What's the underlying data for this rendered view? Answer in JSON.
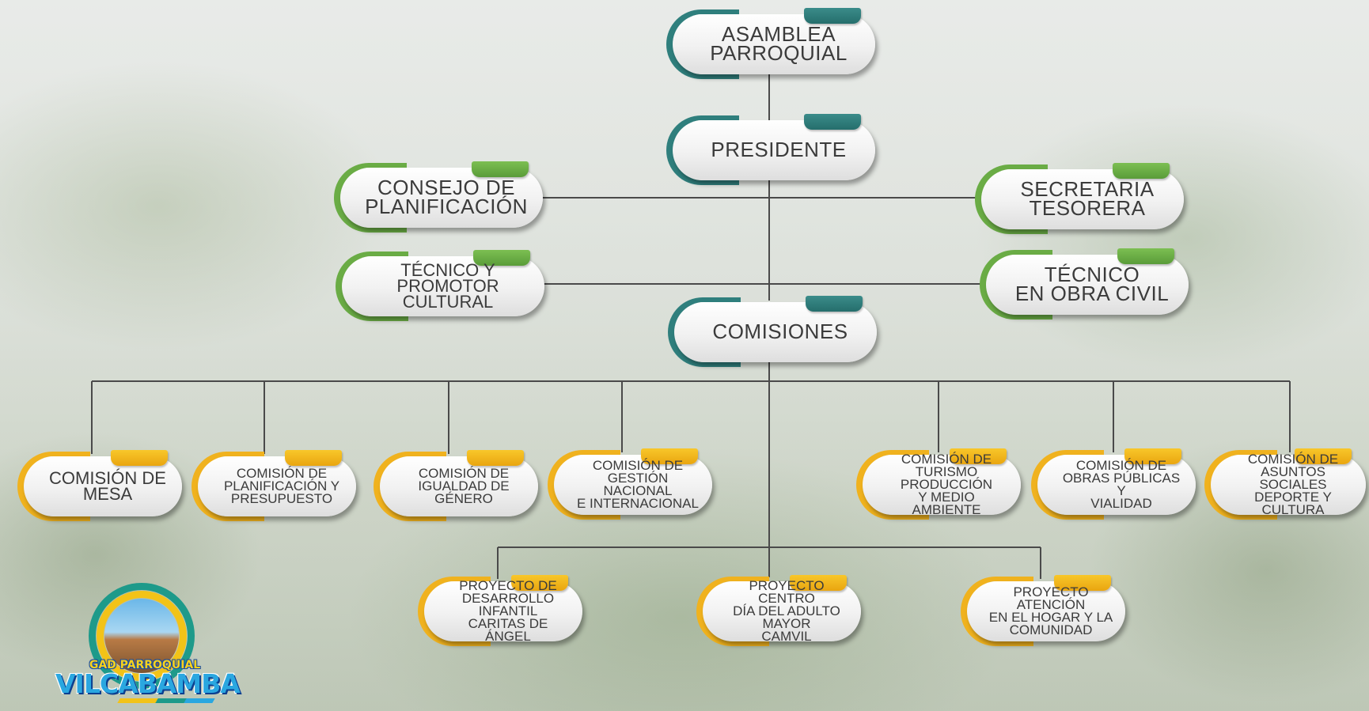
{
  "org_chart": {
    "asamblea": "ASAMBLEA\nPARROQUIAL",
    "presidente": "PRESIDENTE",
    "consejo": "CONSEJO DE\nPLANIFICACIÓN",
    "secretaria": "SECRETARIA\nTESORERA",
    "tecnico_promotor": "TÉCNICO Y\nPROMOTOR CULTURAL",
    "tecnico_obra": "TÉCNICO\nEN OBRA CIVIL",
    "comisiones": "COMISIONES",
    "comisiones_list": [
      "COMISIÓN DE\nMESA",
      "COMISIÓN DE\nPLANIFICACIÓN Y\nPRESUPUESTO",
      "COMISIÓN DE\nIGUALDAD DE\nGÉNERO",
      "COMISIÓN DE\nGESTIÓN NACIONAL\nE INTERNACIONAL",
      "COMISIÓN DE\nTURISMO PRODUCCIÓN\nY MEDIO AMBIENTE",
      "COMISIÓN DE\nOBRAS PÚBLICAS Y\nVIALIDAD",
      "COMISIÓN DE\nASUNTOS SOCIALES\nDEPORTE Y CULTURA"
    ],
    "proyectos": [
      "PROYECTO DE\nDESARROLLO INFANTIL\nCARITAS DE ÁNGEL",
      "PROYECTO CENTRO\nDÍA DEL ADULTO MAYOR\nCAMVIL",
      "PROYECTO ATENCIÓN\nEN EL HOGAR Y LA\nCOMUNIDAD"
    ]
  },
  "logo": {
    "line1": "GAD PARROQUIAL",
    "line2": "VILCABAMBA"
  },
  "colors": {
    "teal": "#2f7f7d",
    "green": "#6aac45",
    "yellow": "#f0b21e",
    "connector": "#4a4a4a"
  }
}
